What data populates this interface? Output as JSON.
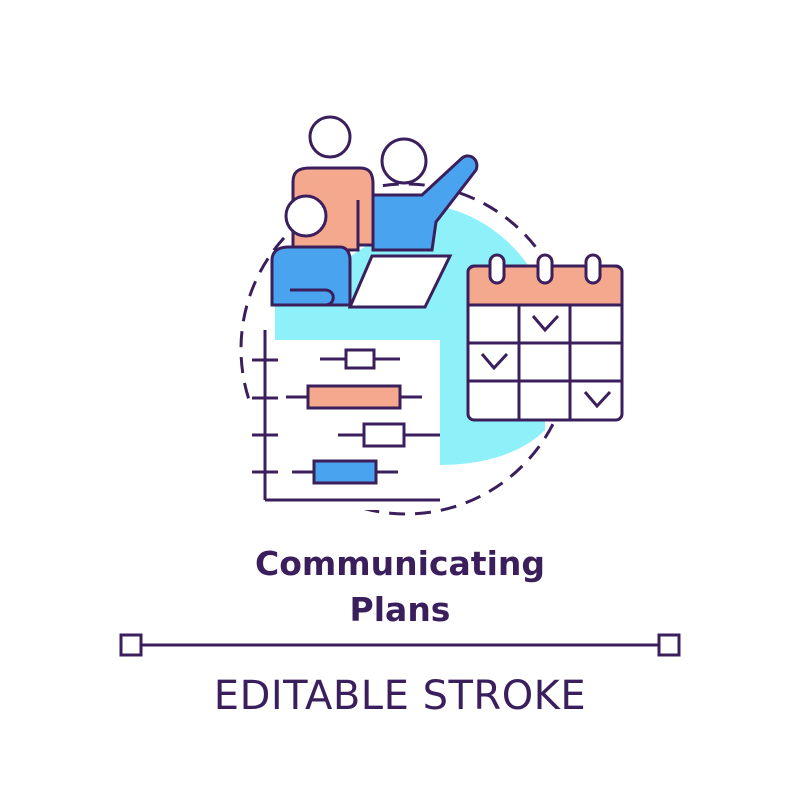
{
  "title": {
    "line1": "Communicating",
    "line2": "Plans"
  },
  "subtitle": "EDITABLE STROKE",
  "icons": [
    "people-presenting-icon",
    "laptop-icon",
    "gantt-chart-icon",
    "calendar-icon",
    "dashed-circle-ring"
  ],
  "colors": {
    "outline": "#3b1f5c",
    "orange": "#f4a88d",
    "blue": "#4aa3ee",
    "cyan": "#8ef0f8",
    "white": "#ffffff"
  }
}
